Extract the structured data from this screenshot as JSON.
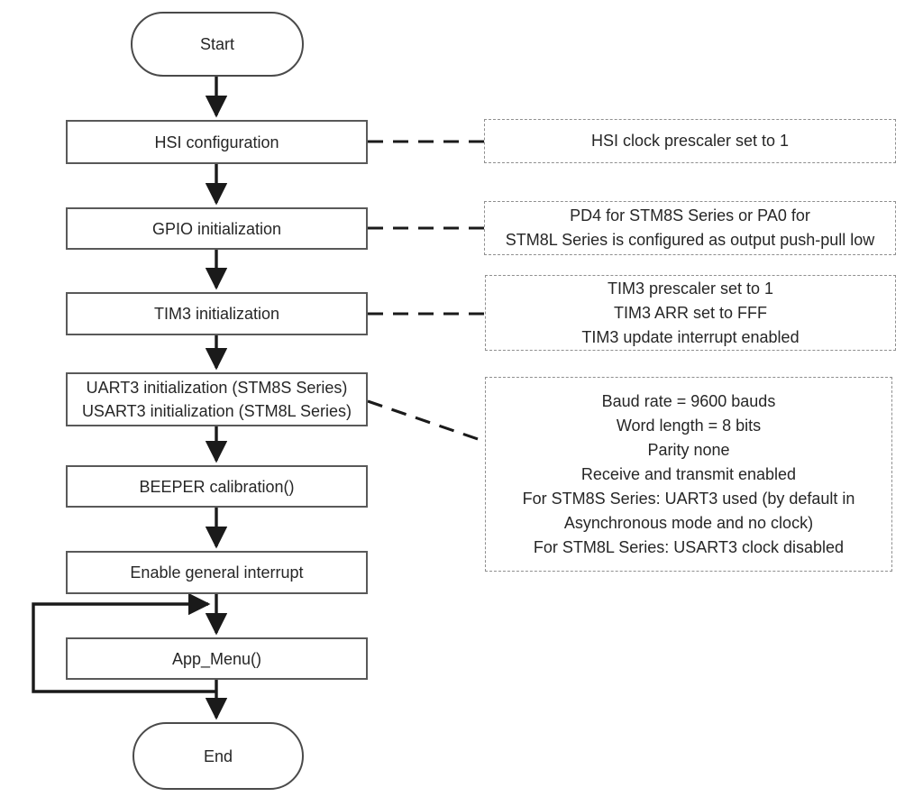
{
  "colors": {
    "background": "#ffffff",
    "ink": "#262626",
    "line": "#1a1a1a",
    "box_border": "#595959",
    "annotation_border": "#8f8f8f"
  },
  "nodes": {
    "start": "Start",
    "hsi": "HSI configuration",
    "gpio": "GPIO initialization",
    "tim3": "TIM3 initialization",
    "uart": "UART3 initialization (STM8S Series)\nUSART3 initialization (STM8L Series)",
    "beeper": "BEEPER calibration()",
    "interrupt": "Enable general interrupt",
    "app_menu": "App_Menu()",
    "end": "End"
  },
  "annotations": {
    "hsi": "HSI clock prescaler set to 1",
    "gpio": "PD4 for STM8S Series or PA0 for\nSTM8L Series is configured as output push-pull low",
    "tim3": "TIM3 prescaler set to 1\nTIM3 ARR set to FFF\nTIM3 update interrupt enabled",
    "uart": "Baud rate = 9600 bauds\nWord length = 8 bits\nParity  none\nReceive and transmit enabled\nFor STM8S Series: UART3 used (by default in\nAsynchronous mode and no clock)\nFor STM8L Series: USART3 clock disabled"
  }
}
